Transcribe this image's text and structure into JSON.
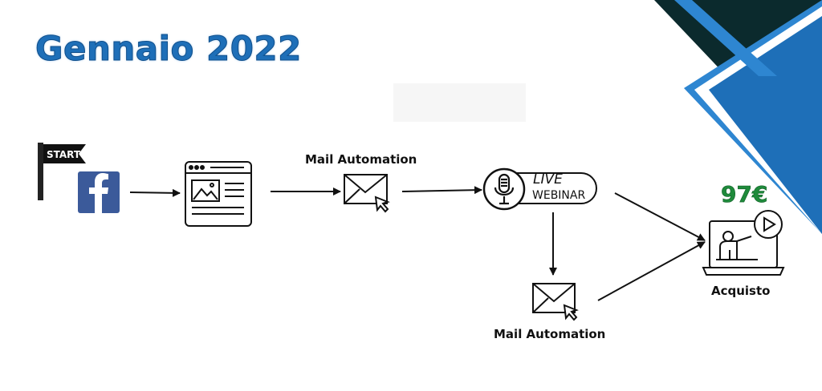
{
  "title": "Gennaio 2022",
  "colors": {
    "brand_blue": "#1e6fb8",
    "dark_teal": "#0b2a2d",
    "facebook_blue": "#3b5a9a",
    "price_green": "#1f8a3b"
  },
  "flag": {
    "text": "START"
  },
  "nodes": {
    "facebook": {
      "icon": "facebook-icon"
    },
    "landing_page": {
      "icon": "browser-window-icon"
    },
    "mail1": {
      "label": "Mail Automation",
      "icon": "mail-cursor-icon"
    },
    "webinar": {
      "live": "LIVE",
      "webinar": "WEBINAR",
      "icon": "microphone-icon"
    },
    "mail2": {
      "label": "Mail Automation",
      "icon": "mail-cursor-icon"
    },
    "purchase": {
      "label": "Acquisto",
      "price": "97€",
      "icon": "laptop-presenter-icon"
    }
  }
}
